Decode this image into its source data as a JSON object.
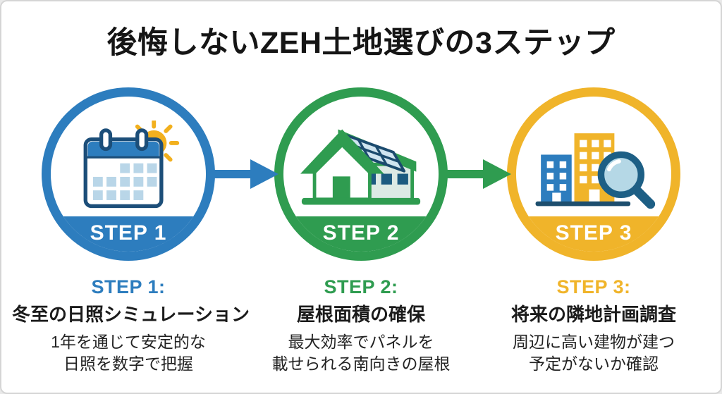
{
  "title": "後悔しないZEH土地選びの3ステップ",
  "steps": [
    {
      "badge": "STEP 1",
      "heading": "STEP 1:",
      "subtitle": "冬至の日照シミュレーション",
      "desc_line1": "1年を通じて安定的な",
      "desc_line2": "日照を数字で把握",
      "accent_color": "#2d7dbe",
      "icon": "calendar-sun-icon"
    },
    {
      "badge": "STEP 2",
      "heading": "STEP 2:",
      "subtitle": "屋根面積の確保",
      "desc_line1": "最大効率でパネルを",
      "desc_line2": "載せられる南向きの屋根",
      "accent_color": "#2f9c50",
      "icon": "solar-house-icon"
    },
    {
      "badge": "STEP 3",
      "heading": "STEP 3:",
      "subtitle": "将来の隣地計画調査",
      "desc_line1": "周辺に高い建物が建つ",
      "desc_line2": "予定がないか確認",
      "accent_color": "#f0b42a",
      "icon": "buildings-magnifier-icon"
    }
  ],
  "arrows": [
    {
      "icon": "arrow-right-icon",
      "color": "#2d7dbe"
    },
    {
      "icon": "arrow-right-icon",
      "color": "#2f9c50"
    }
  ],
  "colors": {
    "background": "#ffffff",
    "title_text": "#151515",
    "body_text": "#1b1b1b",
    "step1_blue": "#2d7dbe",
    "step2_green": "#2f9c50",
    "step3_yellow": "#f0b42a",
    "icon_navy": "#1c4e79",
    "icon_light_blue": "#b9d6e8",
    "sun_yellow": "#f2b01e",
    "house_wall_light": "#dce9e4",
    "ground_navy": "#1d4e6e",
    "lens_blue": "#b5d8e6"
  }
}
